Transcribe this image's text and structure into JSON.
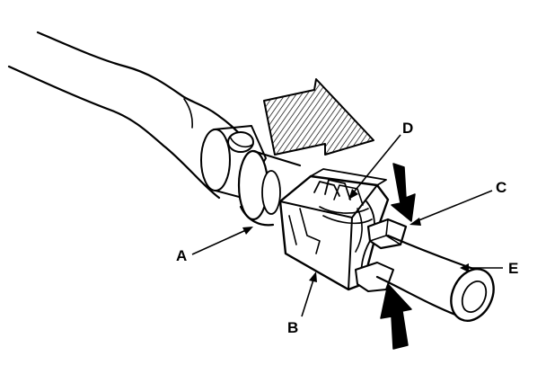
{
  "colors": {
    "line": "#000000",
    "background": "#ffffff",
    "solid_arrow": "#000000"
  },
  "callouts": {
    "a": "A",
    "b": "B",
    "c": "C",
    "d": "D",
    "e": "E"
  }
}
